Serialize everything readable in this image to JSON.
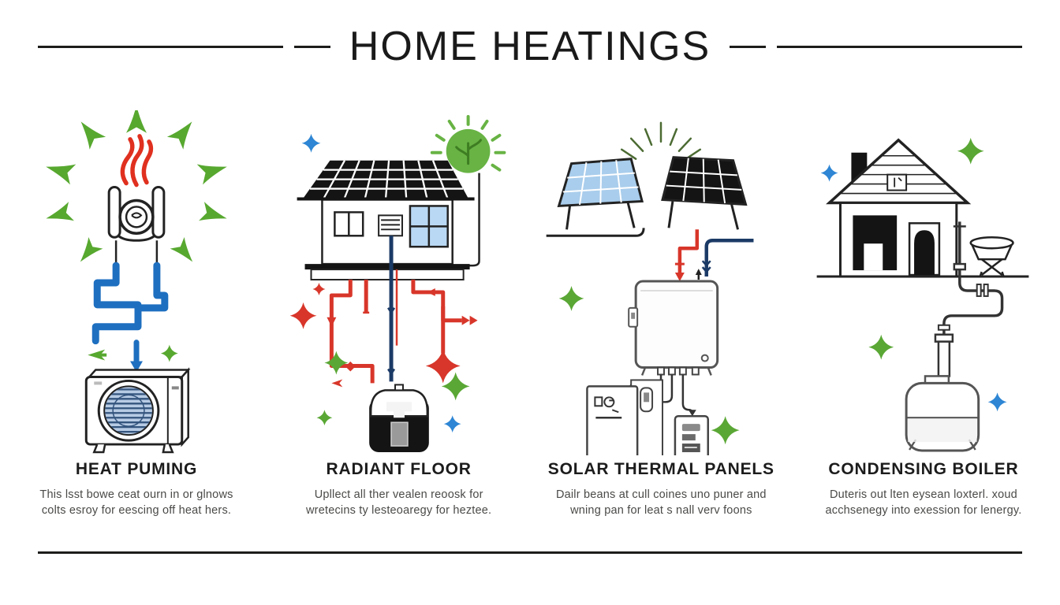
{
  "header": {
    "title": "HOME HEATINGS"
  },
  "palette": {
    "ink": "#1d1d1b",
    "text": "#4a4a48",
    "green": "#57a82f",
    "sun_green": "#68b344",
    "sparkle_green": "#5aa735",
    "flame_red": "#e0301f",
    "pipe_red": "#d8362a",
    "pipe_blue": "#1e6fc0",
    "panel_blue": "#a9cdec",
    "window_blue": "#b9d8f3",
    "fan_blue": "#b7cbe4",
    "navy": "#1b3a66",
    "sparkle_blue": "#2e86d4"
  },
  "columns": [
    {
      "id": "heat-pump",
      "heading": "HEAT PUMING",
      "description": "This lsst bowe ceat ourn in or glnows colts esroy for eescing off heat hers.",
      "illustration_icons": [
        "radiating-heat-arrows-icon",
        "flame-icon",
        "heat-pump-compressor-icon",
        "refrigerant-pipe-icon",
        "outdoor-ac-unit-icon"
      ]
    },
    {
      "id": "radiant-floor",
      "heading": "RADIANT FLOOR",
      "description": "Upllect all ther vealen reoosk for wretecins ty lesteoaregy for heztee.",
      "illustration_icons": [
        "solar-roof-house-icon",
        "green-sun-icon",
        "radiant-floor-pipes-icon",
        "water-heater-icon",
        "sparkle-icons"
      ]
    },
    {
      "id": "solar-thermal",
      "heading": "SOLAR THERMAL PANELS",
      "description": "Dailr beans at cull coines uno puner and wning pan for leat s nall verv foons",
      "illustration_icons": [
        "sun-rays-icon",
        "solar-panel-blue-icon",
        "solar-panel-black-icon",
        "storage-tank-icon",
        "control-units-icon"
      ]
    },
    {
      "id": "condensing-boiler",
      "heading": "CONDENSING BOILER",
      "description": "Duteris out lten eysean loxterl. xoud acchsenegy into exession for lenergy.",
      "illustration_icons": [
        "house-icon",
        "outdoor-grill-icon",
        "flue-pipe-icon",
        "boiler-tank-icon",
        "sparkle-icons"
      ]
    }
  ]
}
